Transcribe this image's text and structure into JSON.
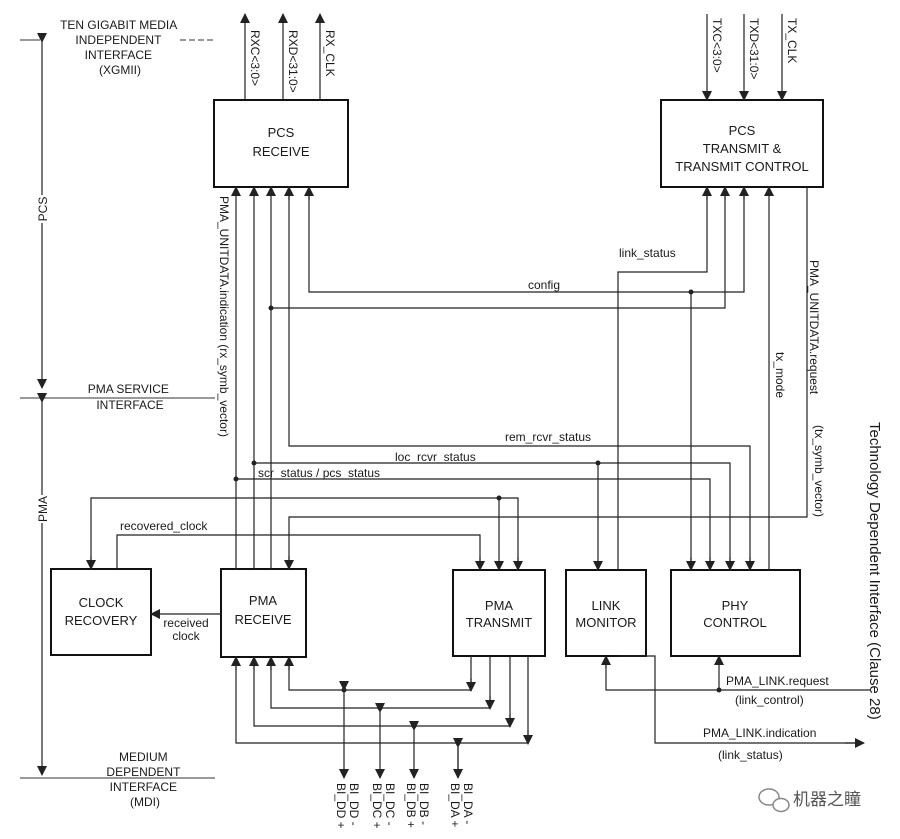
{
  "colors": {
    "line": "#222222",
    "box_fill": "#ffffff",
    "background": "#ffffff"
  },
  "left_labels": {
    "xgmii": [
      "TEN GIGABIT MEDIA",
      "INDEPENDENT",
      "INTERFACE",
      "(XGMII)"
    ],
    "pcs": "PCS",
    "pma_service": [
      "PMA SERVICE",
      "INTERFACE"
    ],
    "pma": "PMA",
    "mdi": [
      "MEDIUM",
      "DEPENDENT",
      "INTERFACE",
      "(MDI)"
    ]
  },
  "blocks": {
    "pcs_receive": [
      "PCS",
      "RECEIVE"
    ],
    "pcs_transmit": [
      "PCS",
      "TRANSMIT &",
      "TRANSMIT CONTROL"
    ],
    "clock_recovery": [
      "CLOCK",
      "RECOVERY"
    ],
    "pma_receive": [
      "PMA",
      "RECEIVE"
    ],
    "pma_transmit": [
      "PMA",
      "TRANSMIT"
    ],
    "link_monitor": [
      "LINK",
      "MONITOR"
    ],
    "phy_control": [
      "PHY",
      "CONTROL"
    ]
  },
  "top_signals": {
    "rx": [
      "RXC<3:0>",
      "RXD<31:0>",
      "RX_CLK"
    ],
    "tx": [
      "TXC<3:0>",
      "TXD<31:0>",
      "TX_CLK"
    ]
  },
  "signals": {
    "pma_unitdata_indication": "PMA_UNITDATA.indication (rx_symb_vector)",
    "pma_unitdata_request": "PMA_UNITDATA.request",
    "tx_symb_vector": "(tx_symb_vector)",
    "link_status": "link_status",
    "config": "config",
    "tx_mode": "tx_mode",
    "rem_rcvr_status": "rem_rcvr_status",
    "loc_rcvr_status": "loc_rcvr_status",
    "scr_status": "scr_status / pcs_status",
    "recovered_clock": "recovered_clock",
    "received_clock": [
      "received",
      "clock"
    ],
    "pma_link_request": "PMA_LINK.request",
    "link_control": "(link_control)",
    "pma_link_indication": "PMA_LINK.indication",
    "link_status_paren": "(link_status)"
  },
  "mdi_pins": [
    "BI_DD +",
    "BI_DD -",
    "BI_DC +",
    "BI_DC -",
    "BI_DB +",
    "BI_DB -",
    "BI_DA +",
    "BI_DA -"
  ],
  "side_title": "Technology Dependent Interface (Clause 28)",
  "watermark": "机器之瞳"
}
